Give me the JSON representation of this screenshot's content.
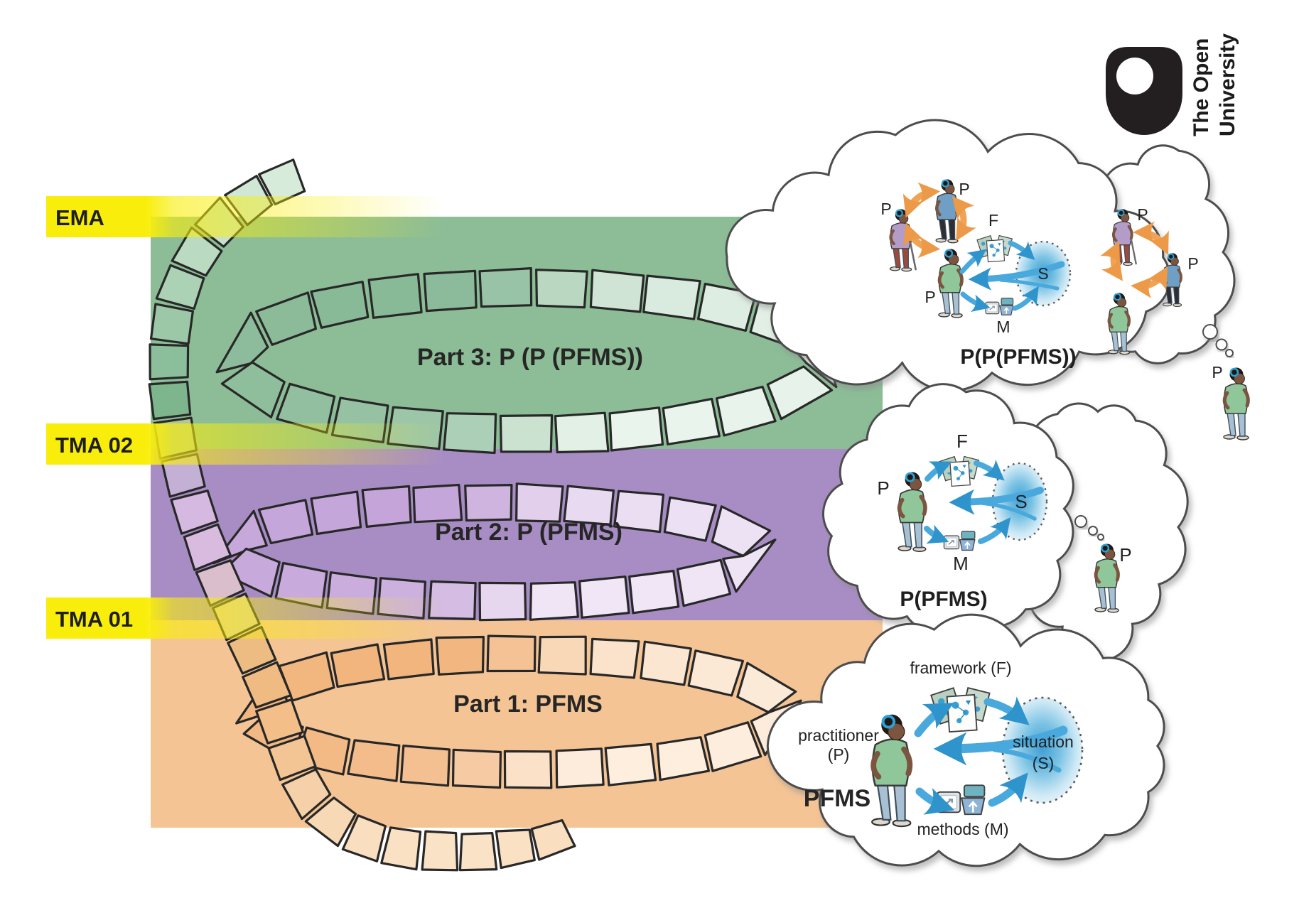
{
  "logo": {
    "line1": "The Open",
    "line2": "University"
  },
  "milestones": [
    {
      "id": "ema",
      "label": "EMA"
    },
    {
      "id": "tma02",
      "label": "TMA 02"
    },
    {
      "id": "tma01",
      "label": "TMA 01"
    }
  ],
  "parts": [
    {
      "label": "Part 3: P (P (PFMS))",
      "band_color": "#8cbd97"
    },
    {
      "label": "Part 2: P (PFMS)",
      "band_color": "#a88dc5"
    },
    {
      "label": "Part 1: PFMS",
      "band_color": "#f4c495"
    }
  ],
  "clouds": {
    "top": {
      "title": "P(P(PFMS))"
    },
    "middle": {
      "title": "P(PFMS)"
    },
    "bottom": {
      "title": "PFMS",
      "framework_label": "framework (F)",
      "practitioner_label_1": "practitioner",
      "practitioner_label_2": "(P)",
      "situation_label_1": "situation",
      "situation_label_2": "(S)",
      "methods_label": "methods (M)"
    }
  },
  "letters": {
    "p": "P",
    "f": "F",
    "s": "S",
    "m": "M"
  },
  "colors": {
    "milestone_yellow": "#f8ec0a",
    "band_green": "#8cbd97",
    "band_purple": "#a88dc5",
    "band_orange": "#f4c495",
    "ring_green_dark": "#74ad85",
    "ring_green_light": "#e9f4ec",
    "ring_purple_dark": "#bb97d3",
    "ring_purple_light": "#f0e6f6",
    "ring_orange_dark": "#efa868",
    "ring_orange_light": "#fdeede",
    "segment_outline": "#282828",
    "arrow_blue": "#4aa9dc",
    "arrow_orange": "#f0a355",
    "situation_blue": "#3f9fd4",
    "cloud_outline": "#4d4d4d",
    "text": "#262626",
    "skin": "#7b5540",
    "hair": "#221813",
    "jeans": "#a9bfd2",
    "shirt_green": "#8fc79a",
    "shirt_blue": "#6f9fc4",
    "shirt_purple": "#b49cc9",
    "pants_black": "#2e2e34",
    "pants_maroon": "#9c4a3c"
  }
}
